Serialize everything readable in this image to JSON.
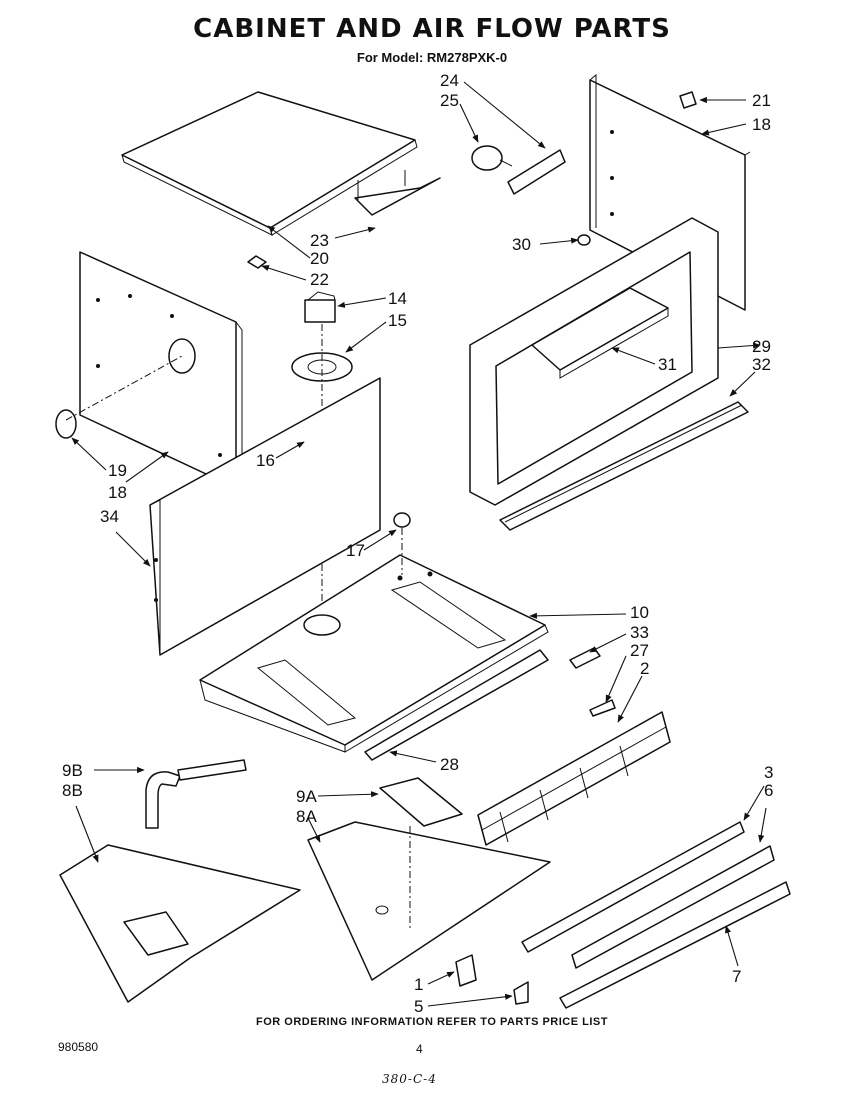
{
  "header": {
    "title": "CABINET AND AIR FLOW PARTS",
    "subtitle": "For Model: RM278PXK-0"
  },
  "callouts": [
    "21",
    "18",
    "24",
    "25",
    "23",
    "20",
    "22",
    "30",
    "14",
    "15",
    "29",
    "32",
    "31",
    "16",
    "19",
    "18",
    "34",
    "17",
    "10",
    "33",
    "27",
    "2",
    "28",
    "9B",
    "8B",
    "9A",
    "8A",
    "3",
    "6",
    "7",
    "1",
    "5"
  ],
  "footer": {
    "ordering_note": "FOR ORDERING INFORMATION REFER TO PARTS PRICE LIST",
    "document_number": "980580",
    "page_number": "4",
    "handwritten_note": "380-C-4"
  }
}
